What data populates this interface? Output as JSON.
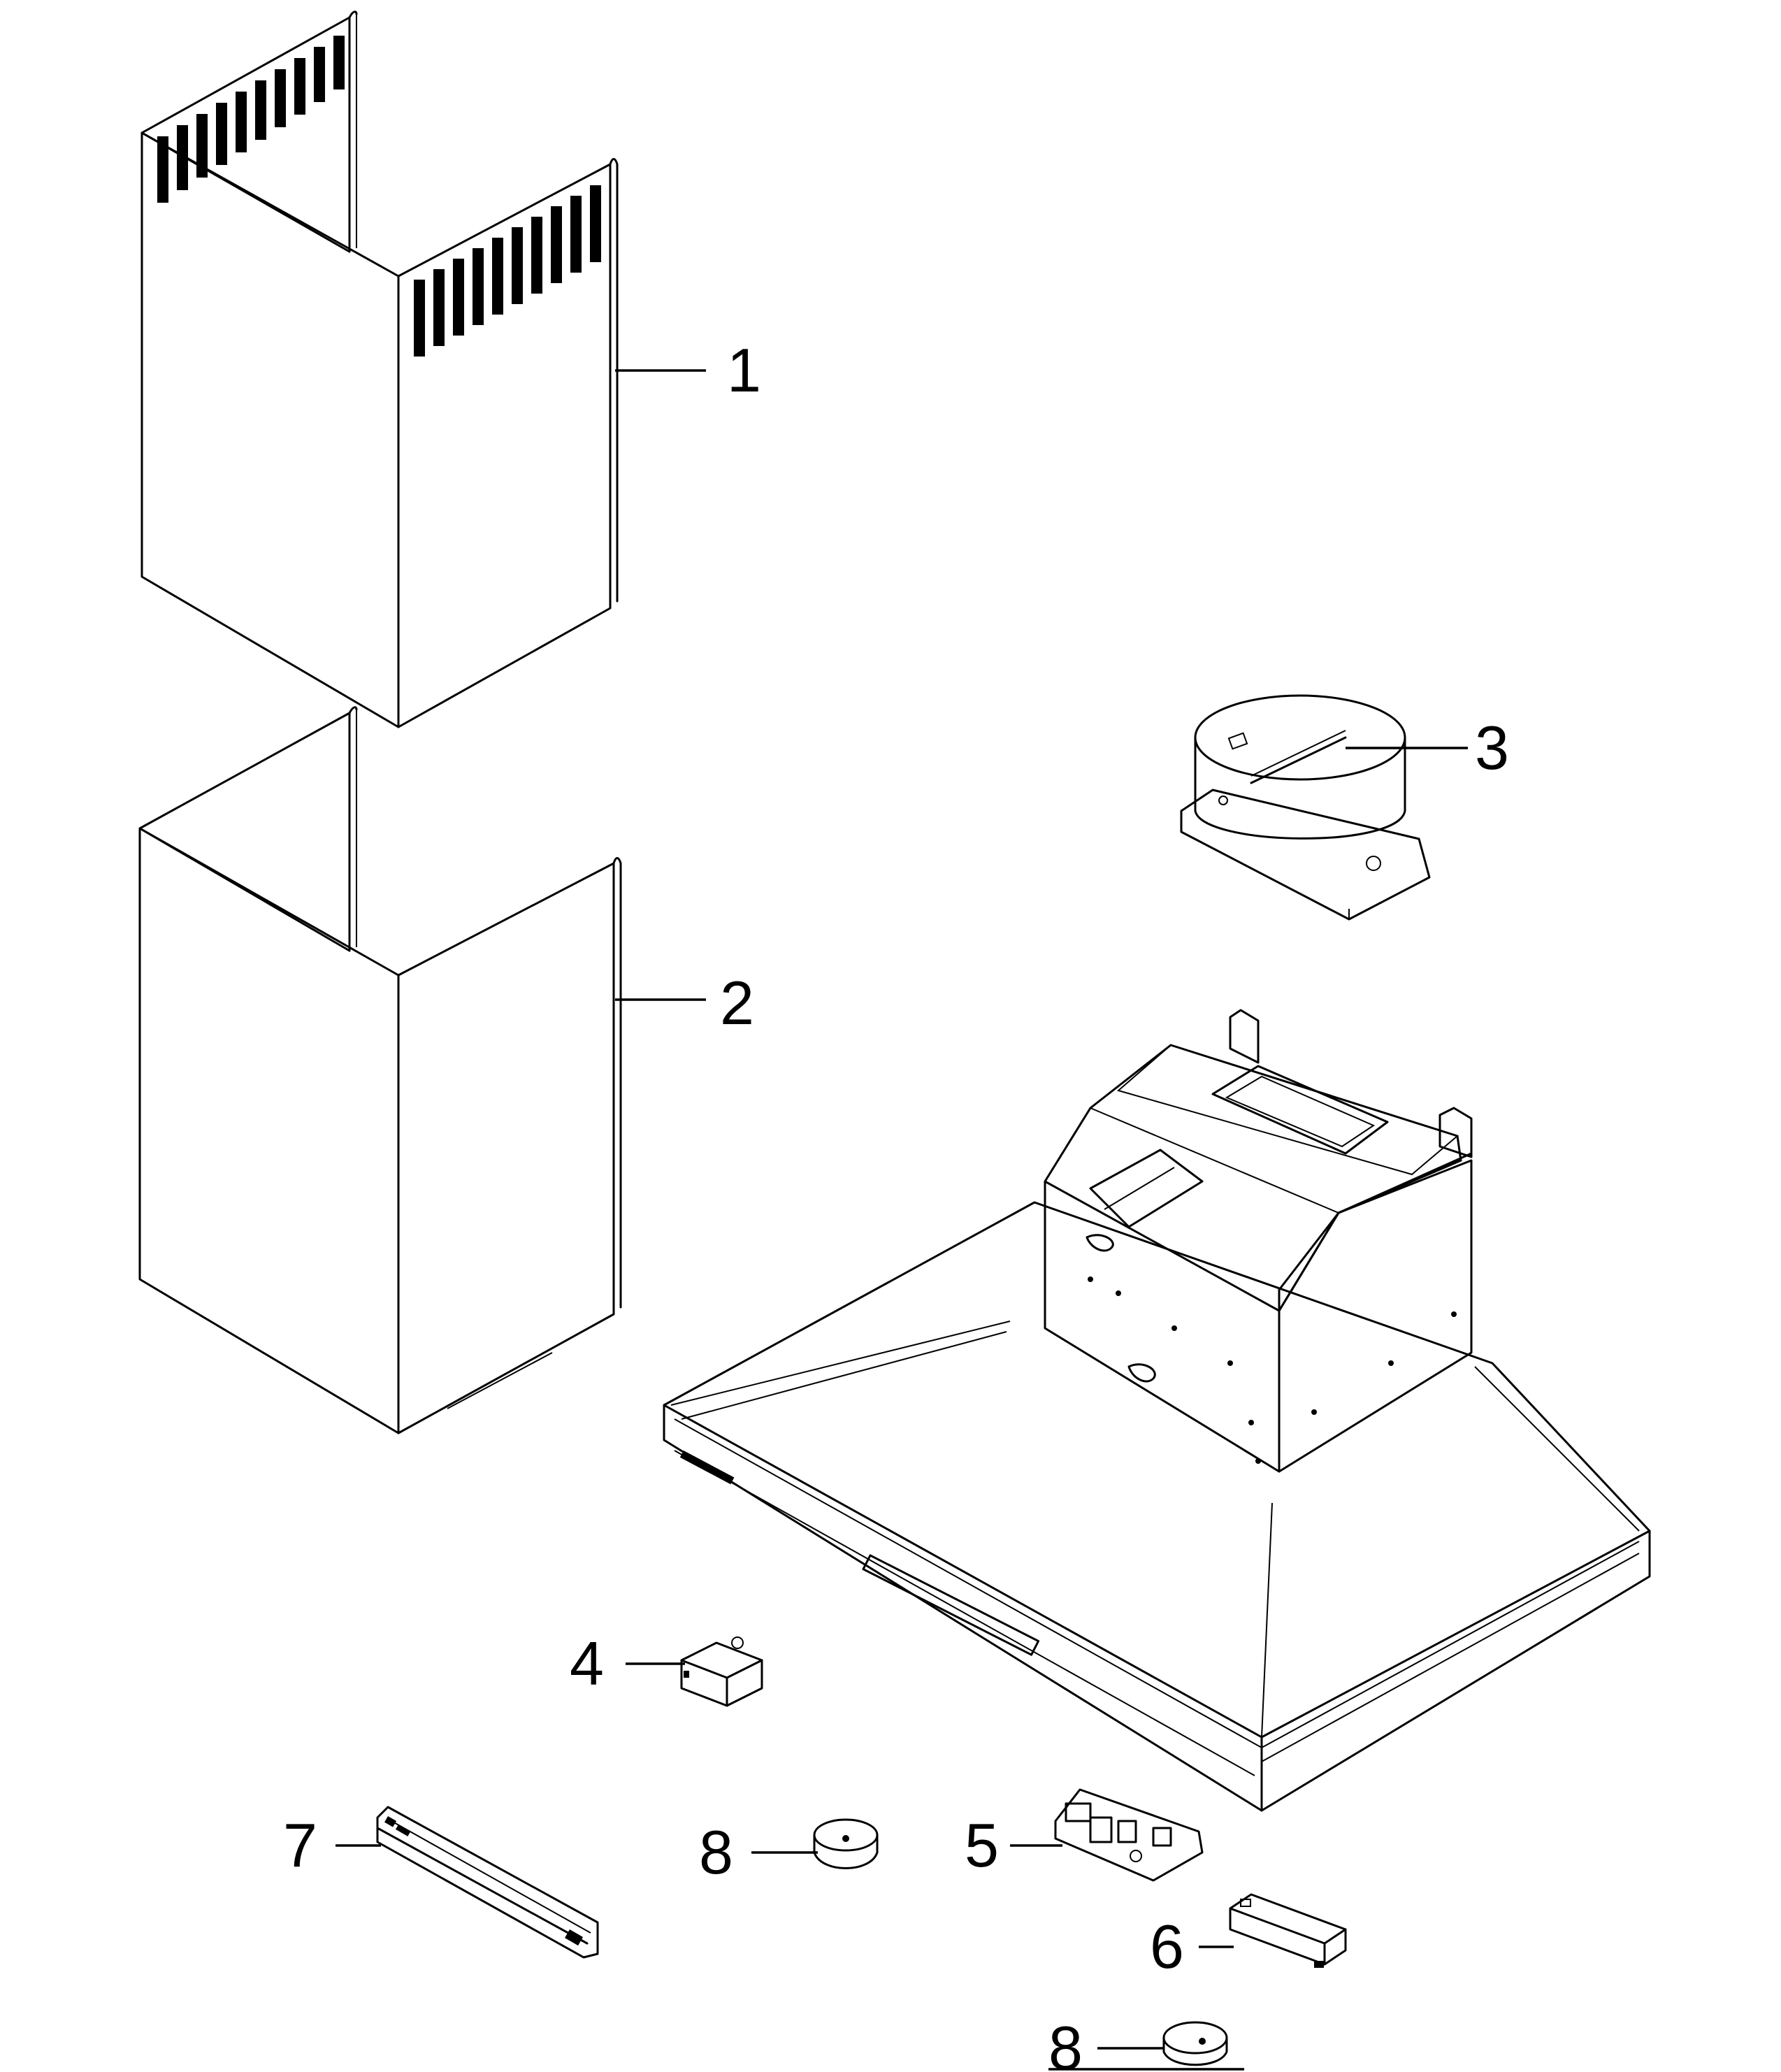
{
  "parts": [
    {
      "number": "1",
      "part": "upper chimney cover"
    },
    {
      "number": "2",
      "part": "lower chimney cover"
    },
    {
      "number": "3",
      "part": "duct connector with damper"
    },
    {
      "number": "4",
      "part": "capacitor"
    },
    {
      "number": "5",
      "part": "control board"
    },
    {
      "number": "6",
      "part": "transformer"
    },
    {
      "number": "7",
      "part": "light bar"
    },
    {
      "number": "8",
      "part": "round part"
    },
    {
      "number": "8",
      "part": "round part"
    }
  ],
  "colors": {
    "line": "#000000",
    "background": "#ffffff"
  }
}
